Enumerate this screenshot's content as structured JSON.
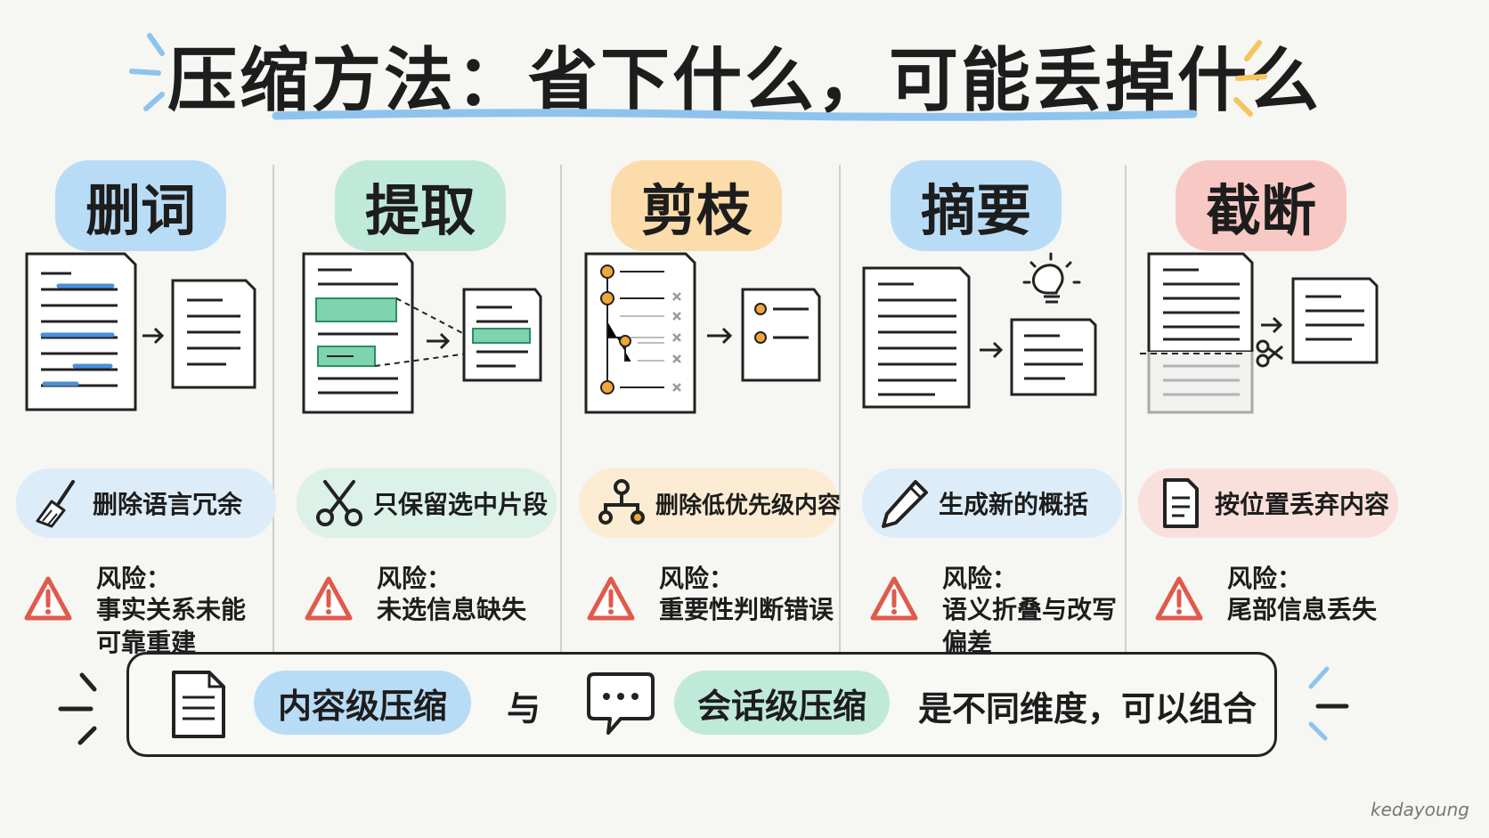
{
  "title": "压缩方法：省下什么，可能丢掉什么",
  "columns": [
    {
      "label": "删词",
      "method": "删除语言冗余",
      "method_icon": "broom-icon",
      "risk_label": "风险：",
      "risk_text": "事实关系未能可靠重建",
      "label_color": "#b9dcf6",
      "pill_color": "#dcecf8"
    },
    {
      "label": "提取",
      "method": "只保留选中片段",
      "method_icon": "scissors-icon",
      "risk_label": "风险：",
      "risk_text": "未选信息缺失",
      "label_color": "#bfe9d8",
      "pill_color": "#dcf1e8"
    },
    {
      "label": "剪枝",
      "method": "删除低优先级内容",
      "method_icon": "tree-icon",
      "risk_label": "风险：",
      "risk_text": "重要性判断错误",
      "label_color": "#fbdcaa",
      "pill_color": "#fbecd3"
    },
    {
      "label": "摘要",
      "method": "生成新的概括",
      "method_icon": "pencil-icon",
      "risk_label": "风险：",
      "risk_text": "语义折叠与改写偏差",
      "label_color": "#b9dcf6",
      "pill_color": "#dcecf8"
    },
    {
      "label": "截断",
      "method": "按位置丢弃内容",
      "method_icon": "document-icon",
      "risk_label": "风险：",
      "risk_text": "尾部信息丢失",
      "label_color": "#f8c9c4",
      "pill_color": "#fae0dc"
    }
  ],
  "bottom": {
    "content_label": "内容级压缩",
    "connector": "与",
    "session_label": "会话级压缩",
    "conclusion": "是不同维度，可以组合"
  },
  "watermark": "kedayoung",
  "colors": {
    "accent_blue": "#8ec3ee",
    "accent_green": "#6cc9a0",
    "accent_orange": "#f0a63a",
    "risk_red": "#e05a4c",
    "title_underline": "#8ec3ee"
  }
}
